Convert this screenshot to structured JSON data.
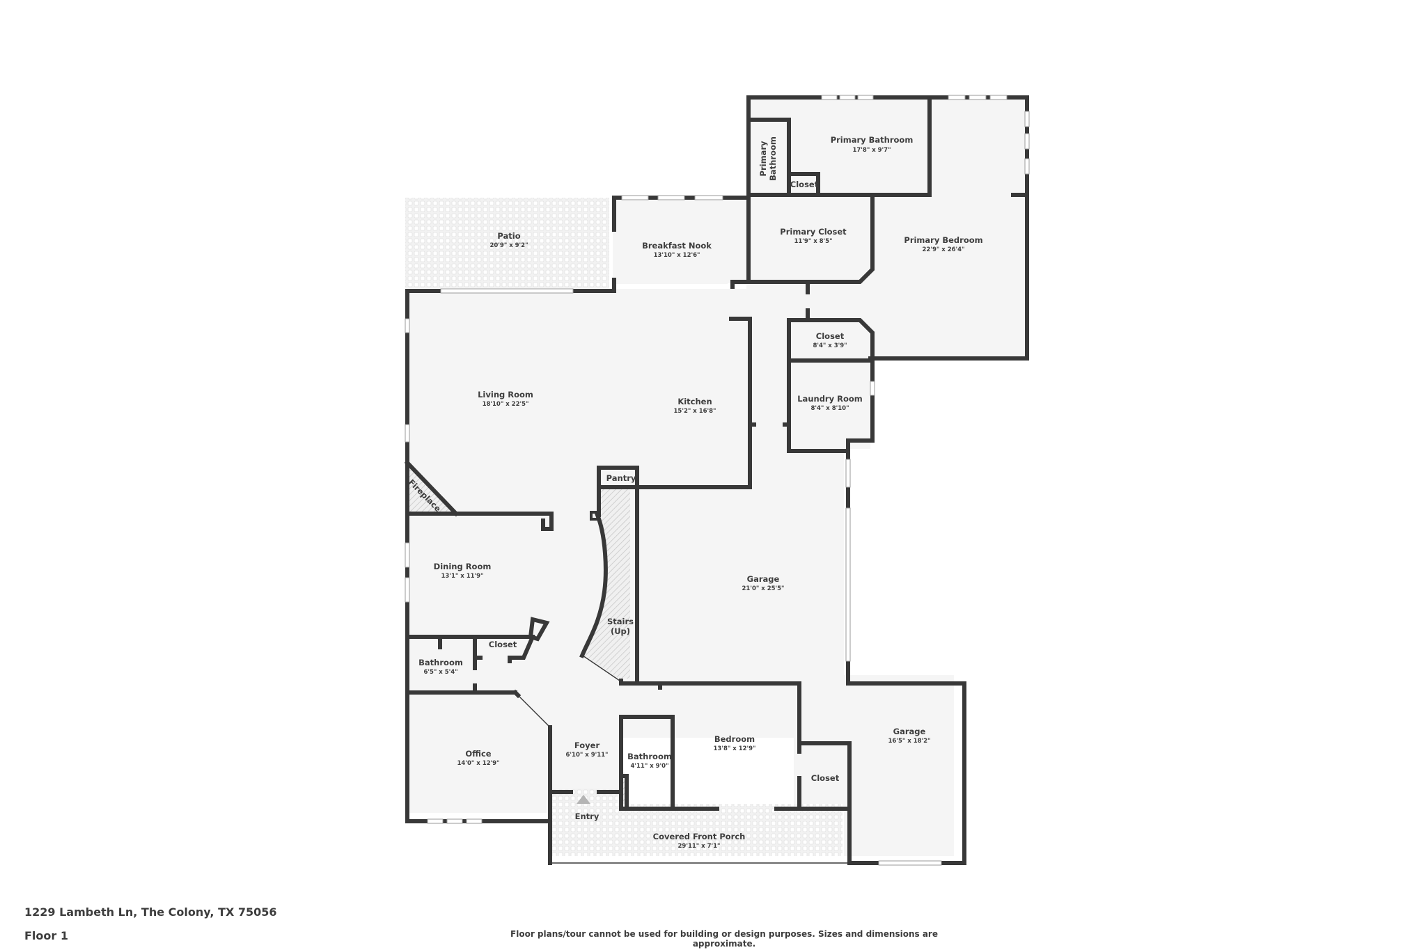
{
  "property": {
    "address": "1229 Lambeth Ln, The Colony, TX 75056",
    "floor": "Floor 1"
  },
  "disclaimer": "Floor plans/tour cannot be used for building or design purposes. Sizes and dimensions are approximate.",
  "colors": {
    "wall": "#383838",
    "floor_fill": "#f5f5f5",
    "text": "#3d3d3d",
    "hatch": "#c8c8c8",
    "entry_marker": "#b5b5b5"
  },
  "rooms": {
    "primary_bathroom": {
      "name": "Primary Bathroom",
      "dims": "17'8\" x 9'7\""
    },
    "primary_bathroom_small": {
      "name_line1": "Primary",
      "name_line2": "Bathroom"
    },
    "primary_bath_closet": {
      "name": "Closet"
    },
    "primary_closet": {
      "name": "Primary Closet",
      "dims": "11'9\" x 8'5\""
    },
    "primary_bedroom": {
      "name": "Primary Bedroom",
      "dims": "22'9\" x 26'4\""
    },
    "patio": {
      "name": "Patio",
      "dims": "20'9\" x 9'2\""
    },
    "breakfast_nook": {
      "name": "Breakfast Nook",
      "dims": "13'10\" x 12'6\""
    },
    "hall_closet": {
      "name": "Closet",
      "dims": "8'4\" x 3'9\""
    },
    "laundry_room": {
      "name": "Laundry Room",
      "dims": "8'4\" x 8'10\""
    },
    "living_room": {
      "name": "Living Room",
      "dims": "18'10\" x 22'5\""
    },
    "kitchen": {
      "name": "Kitchen",
      "dims": "15'2\" x 16'8\""
    },
    "pantry": {
      "name": "Pantry"
    },
    "fireplace": {
      "name": "Fireplace"
    },
    "dining_room": {
      "name": "Dining Room",
      "dims": "13'1\" x 11'9\""
    },
    "stairs": {
      "name_line1": "Stairs",
      "name_line2": "(Up)"
    },
    "garage_main": {
      "name": "Garage",
      "dims": "21'0\" x 25'5\""
    },
    "bathroom_small": {
      "name": "Bathroom",
      "dims": "6'5\" x 5'4\""
    },
    "dining_closet": {
      "name": "Closet"
    },
    "office": {
      "name": "Office",
      "dims": "14'0\" x 12'9\""
    },
    "foyer": {
      "name": "Foyer",
      "dims": "6'10\" x 9'11\""
    },
    "bathroom_front": {
      "name": "Bathroom",
      "dims": "4'11\" x 9'0\""
    },
    "bedroom": {
      "name": "Bedroom",
      "dims": "13'8\" x 12'9\""
    },
    "bedroom_closet": {
      "name": "Closet"
    },
    "garage_second": {
      "name": "Garage",
      "dims": "16'5\" x 18'2\""
    },
    "entry": {
      "name": "Entry"
    },
    "covered_front_porch": {
      "name": "Covered Front Porch",
      "dims": "29'11\" x 7'1\""
    }
  }
}
